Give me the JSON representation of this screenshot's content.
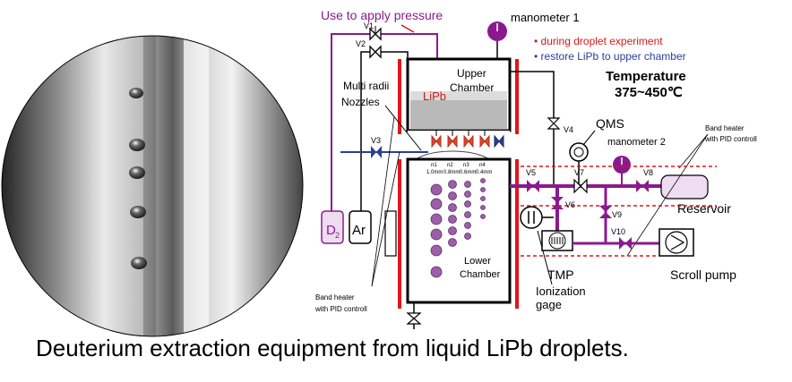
{
  "caption": "Deuterium extraction equipment from liquid LiPb droplets.",
  "diagram": {
    "use_to_apply_pressure": "Use to apply pressure",
    "manometer_1": "manometer 1",
    "manometer_2": "manometer 2",
    "legend_red": "• during droplet experiment",
    "legend_blue": "• restore LiPb to upper chamber",
    "temperature_label": "Temperature",
    "temperature_range": "375~450℃",
    "multi_radii": "Multi radii",
    "nozzles": "Nozzles",
    "lipb": "LiPb",
    "upper_chamber_1": "Upper",
    "upper_chamber_2": "Chamber",
    "lower_chamber_1": "Lower",
    "lower_chamber_2": "Chamber",
    "qms": "QMS",
    "band_heater_right_1": "Band heater",
    "band_heater_right_2": "with PID controll",
    "band_heater_left_1": "Band heater",
    "band_heater_left_2": "with PID controll",
    "reservoir": "Reservoir",
    "tmp": "TMP",
    "scroll_pump": "Scroll pump",
    "ionization_1": "Ionization",
    "ionization_2": "gage",
    "d2": "D",
    "d2_sub": "2",
    "ar": "Ar",
    "valves": [
      "V1",
      "V2",
      "V3",
      "V4",
      "V5",
      "V6",
      "V7",
      "V8",
      "V9",
      "V10"
    ],
    "nozzle_labels": [
      {
        "name": "n1",
        "size": "1.0mm"
      },
      {
        "name": "n2",
        "size": "0.8mm"
      },
      {
        "name": "n3",
        "size": "0.6mm"
      },
      {
        "name": "n4",
        "size": "0.4mm"
      }
    ]
  },
  "colors": {
    "purple": "#8a1a8c",
    "blue_line": "#2a3f9a",
    "red_heater": "#e0161b",
    "nozzle_red": "#e2442a"
  }
}
